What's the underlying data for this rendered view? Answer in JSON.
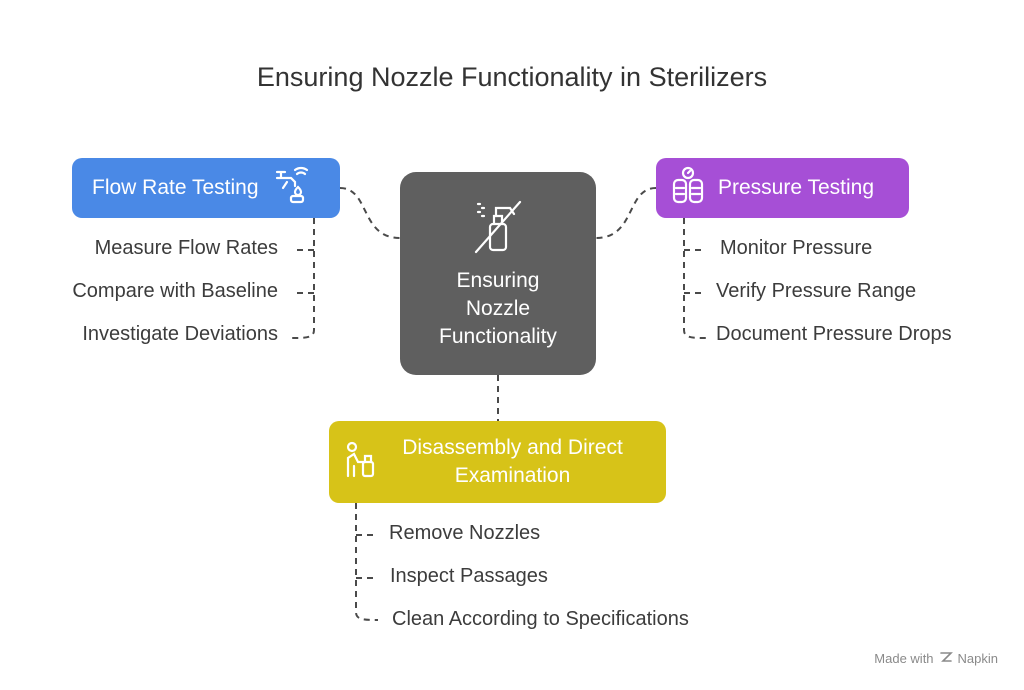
{
  "title": "Ensuring Nozzle Functionality in Sterilizers",
  "center": {
    "label": "Ensuring\nNozzle\nFunctionality",
    "icon": "spray-bottle-crossed-icon"
  },
  "branches": {
    "flow_rate": {
      "label": "Flow Rate Testing",
      "icon": "faucet-droplet-icon",
      "color": "#4a89e6",
      "items": [
        "Measure Flow Rates",
        "Compare with Baseline",
        "Investigate Deviations"
      ]
    },
    "pressure": {
      "label": "Pressure Testing",
      "icon": "gas-cylinders-gauge-icon",
      "color": "#a64fd6",
      "items": [
        "Monitor Pressure",
        "Verify Pressure Range",
        "Document Pressure Drops"
      ]
    },
    "disassembly": {
      "label": "Disassembly and Direct\nExamination",
      "icon": "person-examining-icon",
      "color": "#d7c318",
      "items": [
        "Remove Nozzles",
        "Inspect Passages",
        "Clean According to Specifications"
      ]
    }
  },
  "center_color": "#5f5f5f",
  "watermark": {
    "label": "Made with",
    "brand": "Napkin",
    "icon": "napkin-logo-icon"
  }
}
